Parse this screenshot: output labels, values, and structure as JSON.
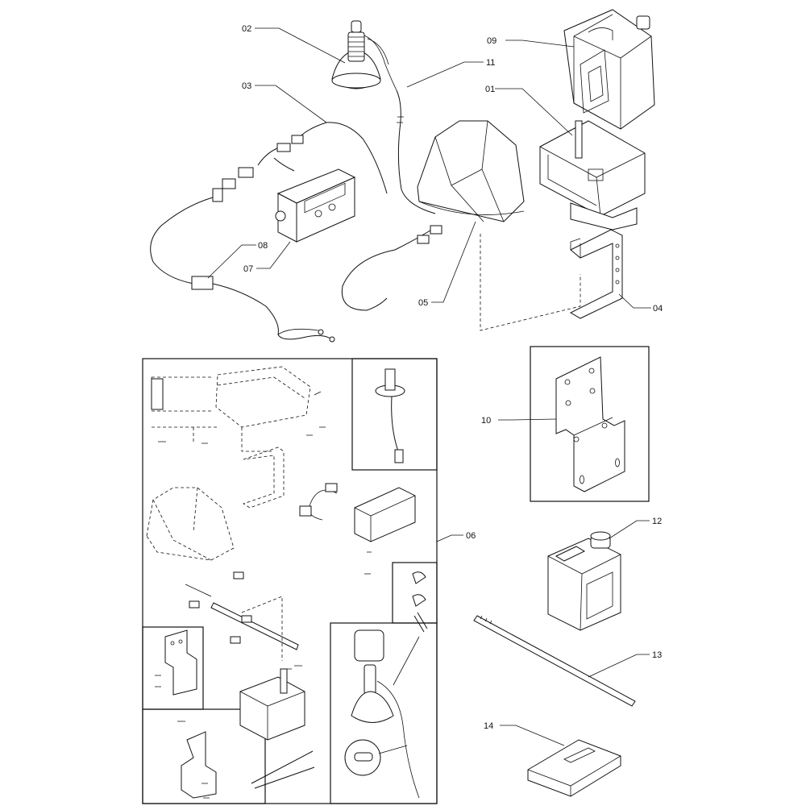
{
  "callouts": [
    {
      "id": "c01",
      "label": "01"
    },
    {
      "id": "c02",
      "label": "02"
    },
    {
      "id": "c03",
      "label": "03"
    },
    {
      "id": "c04",
      "label": "04"
    },
    {
      "id": "c05",
      "label": "05"
    },
    {
      "id": "c06",
      "label": "06"
    },
    {
      "id": "c07",
      "label": "07"
    },
    {
      "id": "c08",
      "label": "08"
    },
    {
      "id": "c09",
      "label": "09"
    },
    {
      "id": "c10",
      "label": "10"
    },
    {
      "id": "c11",
      "label": "11"
    },
    {
      "id": "c12",
      "label": "12"
    },
    {
      "id": "c13",
      "label": "13"
    },
    {
      "id": "c14",
      "label": "14"
    }
  ]
}
